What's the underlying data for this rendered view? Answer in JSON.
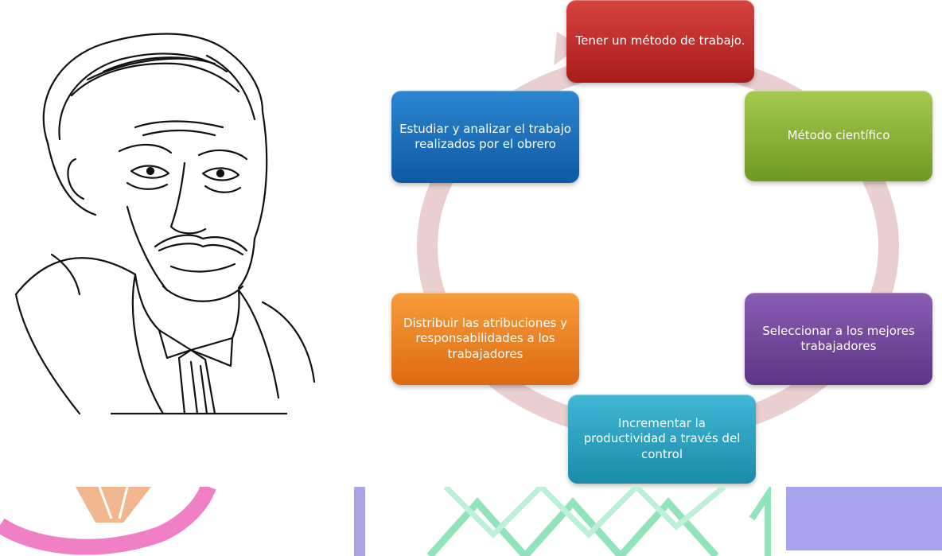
{
  "nodes": [
    {
      "id": "tener-metodo",
      "label": "Tener un método de trabajo."
    },
    {
      "id": "metodo-cientifico",
      "label": "Método científico"
    },
    {
      "id": "seleccionar",
      "label": "Seleccionar a los mejores trabajadores"
    },
    {
      "id": "incrementar",
      "label": "Incrementar la productividad a través del control"
    },
    {
      "id": "distribuir",
      "label": "Distribuir las atribuciones y responsabilidades a los trabajadores"
    },
    {
      "id": "estudiar",
      "label": "Estudiar y analizar el trabajo realizados por el obrero"
    }
  ],
  "colors": {
    "red": "#b82a28",
    "green": "#86ad33",
    "purple": "#73489c",
    "cyan": "#2ba1c1",
    "orange": "#ec8326",
    "blue": "#1b70bb",
    "ring": "#e9cfd0"
  },
  "icons": [
    "portrait-drawing",
    "cycle-arrow"
  ]
}
